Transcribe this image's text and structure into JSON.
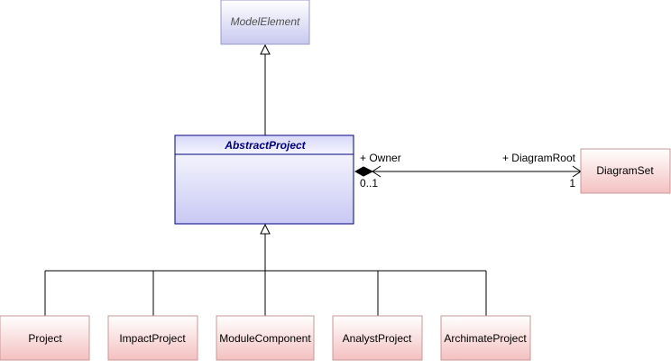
{
  "classes": {
    "model_element": {
      "name": "ModelElement",
      "italic": true,
      "kind": "external"
    },
    "abstract_project": {
      "name": "AbstractProject",
      "italic": true,
      "kind": "abstract"
    },
    "diagram_set": {
      "name": "DiagramSet",
      "kind": "concrete"
    },
    "project": {
      "name": "Project",
      "kind": "concrete"
    },
    "impact_project": {
      "name": "ImpactProject",
      "kind": "concrete"
    },
    "module_component": {
      "name": "ModuleComponent",
      "kind": "concrete"
    },
    "analyst_project": {
      "name": "AnalystProject",
      "kind": "concrete"
    },
    "archimate_project": {
      "name": "ArchimateProject",
      "kind": "concrete"
    }
  },
  "association": {
    "owner_role": "+ Owner",
    "owner_multiplicity": "0..1",
    "target_role": "+ DiagramRoot",
    "target_multiplicity": "1"
  },
  "colors": {
    "external_fill_top": "#ffffff",
    "external_fill_bottom": "#c8c8f0",
    "external_border": "#9a9ac8",
    "abstract_fill_top": "#ffffff",
    "abstract_fill_bottom": "#c8c8f4",
    "abstract_border": "#000080",
    "abstract_text": "#000080",
    "concrete_fill_top": "#ffffff",
    "concrete_fill_bottom": "#f4c0c0",
    "concrete_border": "#c89898",
    "line": "#000000",
    "gray_text": "#505050"
  }
}
